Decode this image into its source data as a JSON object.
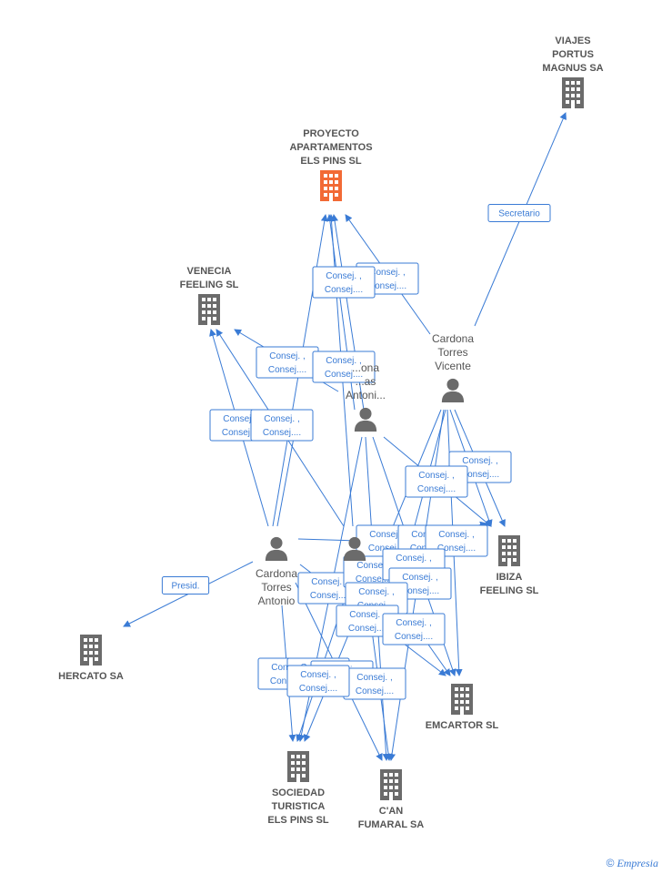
{
  "companies": [
    {
      "id": "viajes",
      "lines": [
        "VIAJES",
        "PORTUS",
        "MAGNUS SA"
      ],
      "highlight": false
    },
    {
      "id": "proyecto",
      "lines": [
        "PROYECTO",
        "APARTAMENTOS",
        "ELS PINS  SL"
      ],
      "highlight": true
    },
    {
      "id": "venecia",
      "lines": [
        "VENECIA",
        "FEELING  SL"
      ],
      "highlight": false
    },
    {
      "id": "ibiza",
      "lines": [
        "IBIZA",
        "FEELING SL"
      ],
      "highlight": false
    },
    {
      "id": "hercato",
      "lines": [
        "HERCATO SA"
      ],
      "highlight": false
    },
    {
      "id": "emcartor",
      "lines": [
        "EMCARTOR SL"
      ],
      "highlight": false
    },
    {
      "id": "sociedad",
      "lines": [
        "SOCIEDAD",
        "TURISTICA",
        "ELS PINS SL"
      ],
      "highlight": false
    },
    {
      "id": "can",
      "lines": [
        "C'AN",
        "FUMARAL SA"
      ],
      "highlight": false
    }
  ],
  "people": [
    {
      "id": "vicente",
      "lines": [
        "Cardona",
        "Torres",
        "Vicente"
      ]
    },
    {
      "id": "middle",
      "lines": [
        "...ona",
        "...as",
        "Antoni..."
      ]
    },
    {
      "id": "antonio",
      "lines": [
        "Cardona",
        "Torres",
        "Antonio"
      ]
    },
    {
      "id": "hidden",
      "lines": []
    }
  ],
  "edge_labels": [
    {
      "id": "secretario",
      "lines": [
        "Secretario"
      ]
    },
    {
      "id": "presid",
      "lines": [
        "Presid."
      ]
    },
    {
      "id": "c1",
      "lines": [
        "Consej. ,",
        "Consej...."
      ]
    },
    {
      "id": "c2",
      "lines": [
        "Consej. ,",
        "Consej...."
      ]
    },
    {
      "id": "c3",
      "lines": [
        "Consej. ,",
        "Consej...."
      ]
    },
    {
      "id": "c4",
      "lines": [
        "Consej. ,",
        "Consej...."
      ]
    },
    {
      "id": "c5",
      "lines": [
        "Consej. ,",
        "Consej...."
      ]
    },
    {
      "id": "c6",
      "lines": [
        "Consej. ,",
        "Consej...."
      ]
    },
    {
      "id": "c7",
      "lines": [
        "Consej. ,",
        "Consej...."
      ]
    },
    {
      "id": "c8",
      "lines": [
        "Consej. ,",
        "Consej...."
      ]
    },
    {
      "id": "c9",
      "lines": [
        "Consej. ,",
        "Consej...."
      ]
    },
    {
      "id": "c10",
      "lines": [
        "Consej. ,",
        "Consej...."
      ]
    },
    {
      "id": "c11",
      "lines": [
        "Consej. ,",
        "Consej...."
      ]
    },
    {
      "id": "c12",
      "lines": [
        "Consej. ,",
        "Consej...."
      ]
    },
    {
      "id": "c13",
      "lines": [
        "Consej. ,",
        "Consej...."
      ]
    },
    {
      "id": "c14",
      "lines": [
        "Consej. ,",
        "Consej...."
      ]
    },
    {
      "id": "c15",
      "lines": [
        "Consej. ,",
        "Consej...."
      ]
    },
    {
      "id": "c16",
      "lines": [
        "Consej. ,",
        "Consej...."
      ]
    },
    {
      "id": "c17",
      "lines": [
        "Consej. ,",
        "Consej...."
      ]
    },
    {
      "id": "c18",
      "lines": [
        "Consej. ,",
        "Consej...."
      ]
    },
    {
      "id": "c19",
      "lines": [
        "Consej. ,",
        "Consej...."
      ]
    },
    {
      "id": "c20",
      "lines": [
        "Consej. ,",
        "Consej...."
      ]
    },
    {
      "id": "c21",
      "lines": [
        "Consej. ,",
        "Consej...."
      ]
    },
    {
      "id": "c22",
      "lines": [
        "Consej. ,",
        "Consej...."
      ]
    },
    {
      "id": "c23",
      "lines": [
        "Consej. ,",
        "Consej...."
      ]
    }
  ],
  "colors": {
    "edge": "#3a7bd5",
    "node": "#6b6b6b",
    "highlight": "#f26a35"
  },
  "brand": {
    "symbol": "©",
    "name": "Empresia"
  }
}
